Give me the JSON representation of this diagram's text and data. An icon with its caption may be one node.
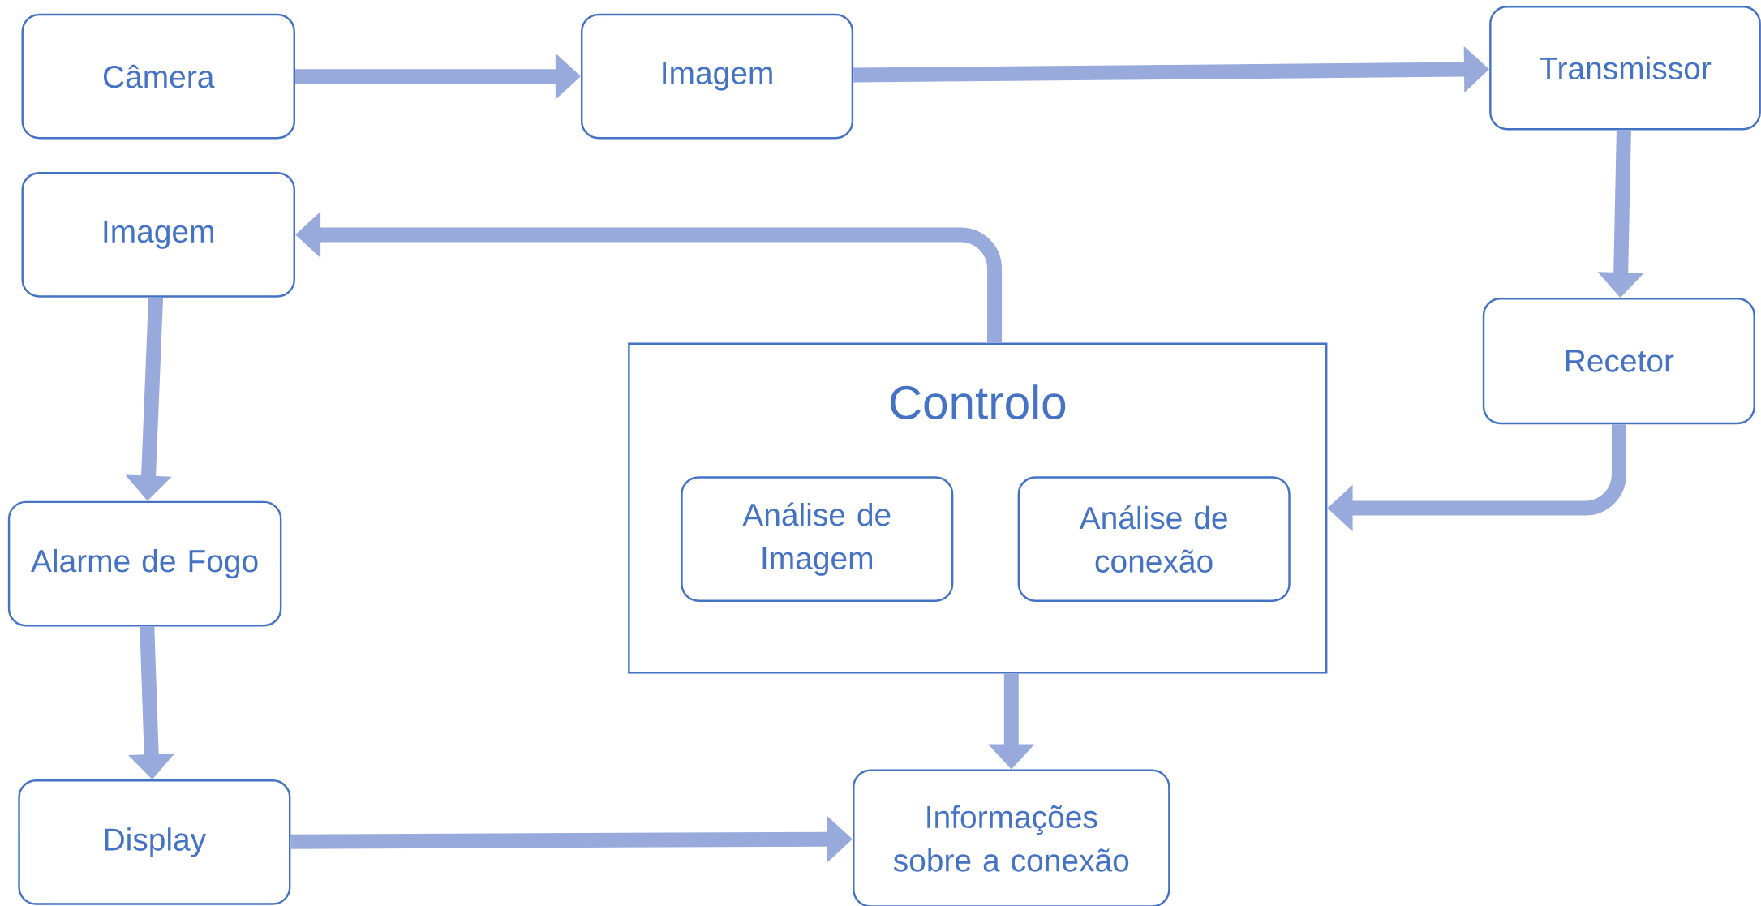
{
  "diagram": {
    "nodes": [
      {
        "text": [
          "Câmera"
        ]
      },
      {
        "text": [
          "Imagem"
        ]
      },
      {
        "text": [
          "Transmissor"
        ]
      },
      {
        "text": [
          "Imagem"
        ]
      },
      {
        "text": [
          "Recetor"
        ]
      },
      {
        "text": [
          "Controlo"
        ]
      },
      {
        "text": [
          "Análise de Imagem"
        ],
        "in": 5
      },
      {
        "text": [
          "Análise de conexão"
        ],
        "in": 5
      },
      {
        "text": [
          "Alarme de Fogo"
        ]
      },
      {
        "text": [
          "Display"
        ]
      },
      {
        "text": [
          "Informações sobre a conexão"
        ]
      }
    ],
    "edges": [
      {
        "from": 0,
        "to": 1,
        "arrow": "to"
      },
      {
        "from": 1,
        "to": 2,
        "arrow": "to"
      },
      {
        "from": 2,
        "to": 4,
        "arrow": "to"
      },
      {
        "from": 4,
        "to": 5,
        "arrow": "to"
      },
      {
        "from": 5,
        "to": 3,
        "arrow": "to"
      },
      {
        "from": 3,
        "to": 8,
        "arrow": "to"
      },
      {
        "from": 8,
        "to": 9,
        "arrow": "to"
      },
      {
        "from": 5,
        "to": 10,
        "arrow": "to"
      },
      {
        "from": 9,
        "to": 10,
        "arrow": "to"
      }
    ]
  }
}
